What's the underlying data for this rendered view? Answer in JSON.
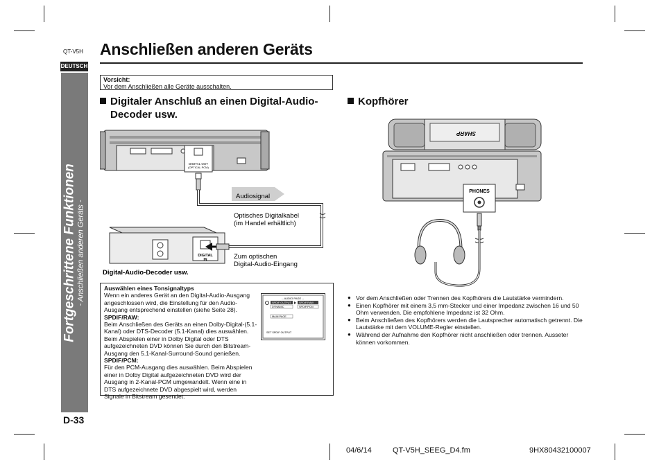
{
  "header": {
    "model": "QT-V5H",
    "title": "Anschließen anderen Geräts",
    "language": "DEUTSCH"
  },
  "sidebar": {
    "main": "Fortgeschrittene Funktionen",
    "sub": "- Anschließen anderen Geräts -"
  },
  "page_number": "D-33",
  "caution": {
    "heading": "Vorsicht:",
    "text": "Vor dem Anschließen alle Geräte ausschalten."
  },
  "digital": {
    "heading_line1": "Digitaler Anschluß an einen Digital-Audio-",
    "heading_line2": "Decoder usw.",
    "diagram": {
      "jack_label_line1": "DIGITAL OUT",
      "jack_label_line2": "(OPTICAL PCM)",
      "audiosignal": "Audiosignal",
      "cable_line1": "Optisches Digitalkabel",
      "cable_line2": "(im Handel erhältlich)",
      "input_line1": "Zum optischen",
      "input_line2": "Digital-Audio-Eingang",
      "decoder_label": "Digital-Audio-Decoder usw.",
      "digital_in_line1": "DIGITAL",
      "digital_in_line2": "IN"
    }
  },
  "sound_box": {
    "heading": "Auswählen eines Tonsignaltyps",
    "intro": "Wenn ein anderes Gerät an den Digital-Audio-Ausgang angeschlossen wird, die Einstellung für den Audio-Ausgang entsprechend einstellen (siehe Seite 28).",
    "raw_heading": "SPDIF/RAW:",
    "raw_text": "Beim Anschließen des Geräts an einen Dolby-Digital-(5.1-Kanal) oder DTS-Decoder (5.1-Kanal) dies auswählen. Beim Abspielen einer in Dolby Digital oder DTS aufgezeichneten DVD können Sie durch den Bitstream-Ausgang den 5.1-Kanal-Surround-Sound genießen.",
    "pcm_heading": "SPDIF/PCM:",
    "pcm_text": "Für den PCM-Ausgang dies auswählen. Beim Abspielen einer in Dolby Digital aufgezeichneten DVD wird der Ausgang in 2-Kanal-PCM umgewandelt. Wenn eine in DTS aufgezeichnete DVD abgespielt wird, werden Signale in Bitstream gesendet.",
    "menu": {
      "title": "-- AUDIO PAGE --",
      "item1": "SPDIF OUTPUT",
      "item2": "DYNAMIC",
      "item3": "MAIN PAGE",
      "opt1": "SPDIF/RAW",
      "opt2": "SPDIF/PCM",
      "footer": "SET SPDIF OUTPUT"
    }
  },
  "headphones": {
    "heading": "Kopfhörer",
    "phones_label": "PHONES",
    "brand": "SHARP",
    "bullets": [
      "Vor dem Anschließen oder Trennen des Kopfhörers die Lautstärke vermindern.",
      "Einen Kopfhörer mit einem 3,5 mm-Stecker und einer Impedanz zwischen 16 und 50 Ohm verwenden. Die empfohlene Impedanz ist 32 Ohm.",
      "Beim Anschließen des Kopfhörers werden die Lautsprecher automatisch getrennt. Die Lautstärke mit dem VOLUME-Regler einstellen.",
      "Während der Aufnahme den Kopfhörer nicht anschließen oder trennen. Ausseter können vorkommen."
    ]
  },
  "footer": {
    "date": "04/6/14",
    "file": "QT-V5H_SEEG_D4.fm",
    "code": "9HX80432100007"
  }
}
